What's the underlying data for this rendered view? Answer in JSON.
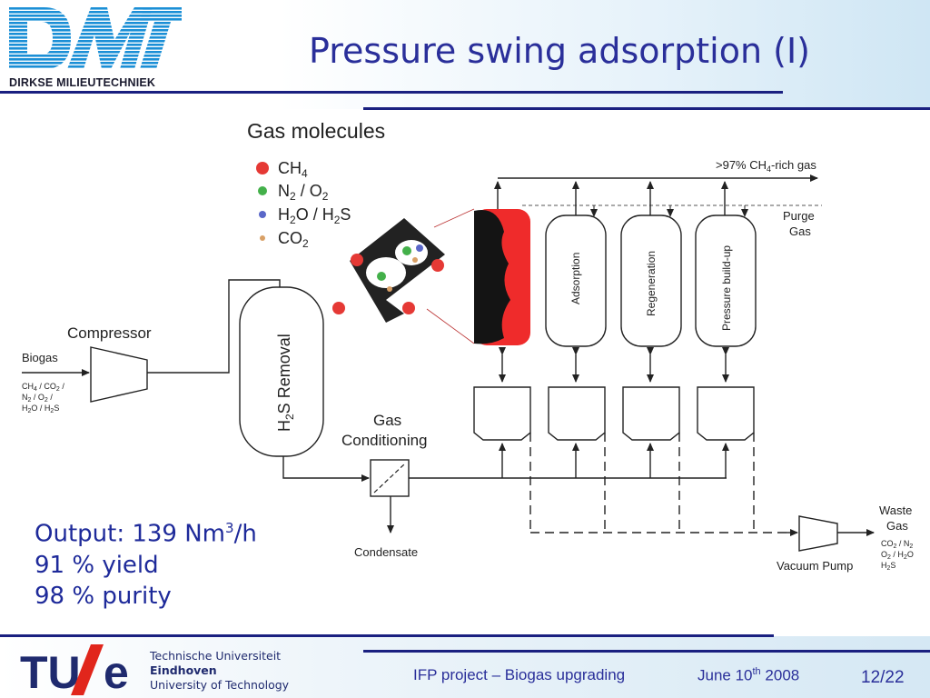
{
  "header": {
    "logo_text": "DIRKSE MILIEUTECHNIEK",
    "title": "Pressure swing adsorption (I)"
  },
  "legend": {
    "title": "Gas molecules",
    "items": [
      "CH4",
      "N2 / O2",
      "H2O / H2S",
      "CO2"
    ],
    "colors": [
      "#e53935",
      "#43b04a",
      "#5a67c8",
      "#d9a066"
    ]
  },
  "diagram": {
    "ch4_rich_gas": ">97% CH4-rich gas",
    "purge_gas": "Purge Gas",
    "compressor": "Compressor",
    "biogas": "Biogas",
    "biogas_composition": "CH4 / CO2 / N2 / O2 / H2O / H2S",
    "h2s_removal": "H2S Removal",
    "gas_conditioning": "Gas Conditioning",
    "condensate": "Condensate",
    "column_labels": [
      "Adsorption",
      "Regeneration",
      "Pressure build-up"
    ],
    "waste_gas": "Waste Gas",
    "waste_composition": "CO2 / N2 / O2 / H2O / H2S",
    "vacuum_pump": "Vacuum Pump"
  },
  "output": {
    "line1_prefix": "Output: 139 Nm",
    "line1_sup": "3",
    "line1_suffix": "/h",
    "line2": "91 % yield",
    "line3": "98 % purity"
  },
  "footer": {
    "univ_line1": "Technische Universiteit",
    "univ_line2": "Eindhoven",
    "univ_line3": "University of Technology",
    "project": "IFP project – Biogas upgrading",
    "date_prefix": "June 10",
    "date_sup": "th",
    "date_suffix": " 2008",
    "page": "12/22"
  }
}
